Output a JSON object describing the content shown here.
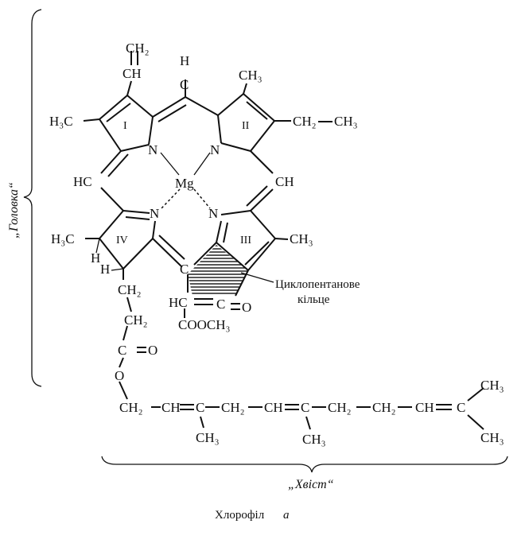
{
  "atoms": {
    "ch2_top": "CH₂",
    "ch_vinyl": "CH",
    "h_meso_top": "H",
    "c_meso_top": "C",
    "ch3_ring2_top": "CH₃",
    "h3c_ring1": "H₃C",
    "ch2_ring2": "CH₂",
    "ch3_ethyl": "CH₃",
    "n1": "N",
    "n2": "N",
    "n3": "N",
    "n4": "N",
    "mg": "Mg",
    "hc_left": "HC",
    "ch_right": "CH",
    "h3c_ring4": "H₃C",
    "ch3_ring3": "CH₃",
    "h_ring4_a": "H",
    "h_ring4_b": "H",
    "c_ring5": "C",
    "hc_ring5": "HC",
    "c_ketone": "C",
    "o_ketone": "O",
    "cooch3": "COOCH₃",
    "ch2_chain1": "CH₂",
    "ch2_chain2": "CH₂",
    "c_ester": "C",
    "o_ester": "O",
    "o_link": "O",
    "tail_ch2_1": "CH₂",
    "tail_ch_1": "CH",
    "tail_c_1": "C",
    "tail_ch3_1": "CH₃",
    "tail_ch2_2": "CH₂",
    "tail_ch_2": "CH",
    "tail_c_2": "C",
    "tail_ch3_2": "CH₃",
    "tail_ch2_3": "CH₂",
    "tail_ch2_4": "CH₂",
    "tail_ch_3": "CH",
    "tail_c_3": "C",
    "tail_ch3_top": "CH₃",
    "tail_ch3_bottom": "CH₃"
  },
  "ring_labels": [
    "I",
    "II",
    "III",
    "IV"
  ],
  "annotation": {
    "line1": "Циклопентанове",
    "line2": "кільце"
  },
  "head_label": "„Головка“",
  "tail_label": "„Хвіст“",
  "caption": {
    "name": "Хлорофіл",
    "letter": "a"
  }
}
